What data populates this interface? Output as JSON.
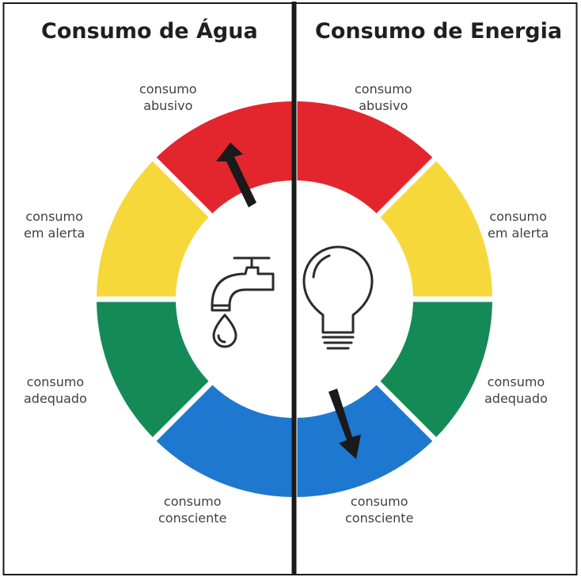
{
  "water": {
    "title": "Consumo de Água",
    "levels": {
      "abusivo": [
        "consumo",
        "abusivo"
      ],
      "alerta": [
        "consumo",
        "em alerta"
      ],
      "adequado": [
        "consumo",
        "adequado"
      ],
      "consciente": [
        "consumo",
        "consciente"
      ]
    },
    "icon": "faucet-icon",
    "indicator_level": "abusivo"
  },
  "energy": {
    "title": "Consumo de Energia",
    "levels": {
      "abusivo": [
        "consumo",
        "abusivo"
      ],
      "alerta": [
        "consumo",
        "em alerta"
      ],
      "adequado": [
        "consumo",
        "adequado"
      ],
      "consciente": [
        "consumo",
        "consciente"
      ]
    },
    "icon": "light-bulb-icon",
    "indicator_level": "consciente"
  },
  "colors": {
    "abusivo": "#e3262e",
    "alerta": "#f6d83a",
    "adequado": "#148a57",
    "consciente": "#1e78cf",
    "border": "#1a1a1a",
    "arrow": "#1a1a1a"
  }
}
